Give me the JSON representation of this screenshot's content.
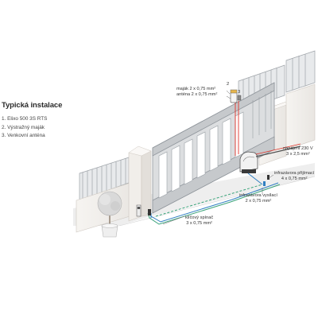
{
  "legend": {
    "title": "Typická instalace",
    "items": [
      {
        "label": "1. Elixo 500 3S RTS"
      },
      {
        "label": "2. Výstražný maják"
      },
      {
        "label": "3. Venkovní anténa"
      }
    ]
  },
  "callouts": {
    "beacon": {
      "line1": "maják 2 x 0,75 mm²",
      "line2": "anténa 2 x 0,75 mm²"
    },
    "power": {
      "line1": "napájení 230 V",
      "line2": "3 x 2,5 mm²"
    },
    "receiver": {
      "line1": "infrazávora přijímací",
      "line2": "4 x 0,75 mm²"
    },
    "transmitter": {
      "line1": "infrazávora vysílací",
      "line2": "2 x 0,75 mm²"
    },
    "keyswitch": {
      "line1": "klíčový spínač",
      "line2": "3 x 0,75 mm²"
    }
  },
  "markers": {
    "n2": "2",
    "n3": "3"
  },
  "colors": {
    "cable_red": "#e0362c",
    "cable_green": "#3aa37a",
    "cable_blue": "#2f7fc1",
    "wall": "#f3f1ee",
    "gate": "#d9dbdd",
    "ground": "#c7c9cb"
  }
}
